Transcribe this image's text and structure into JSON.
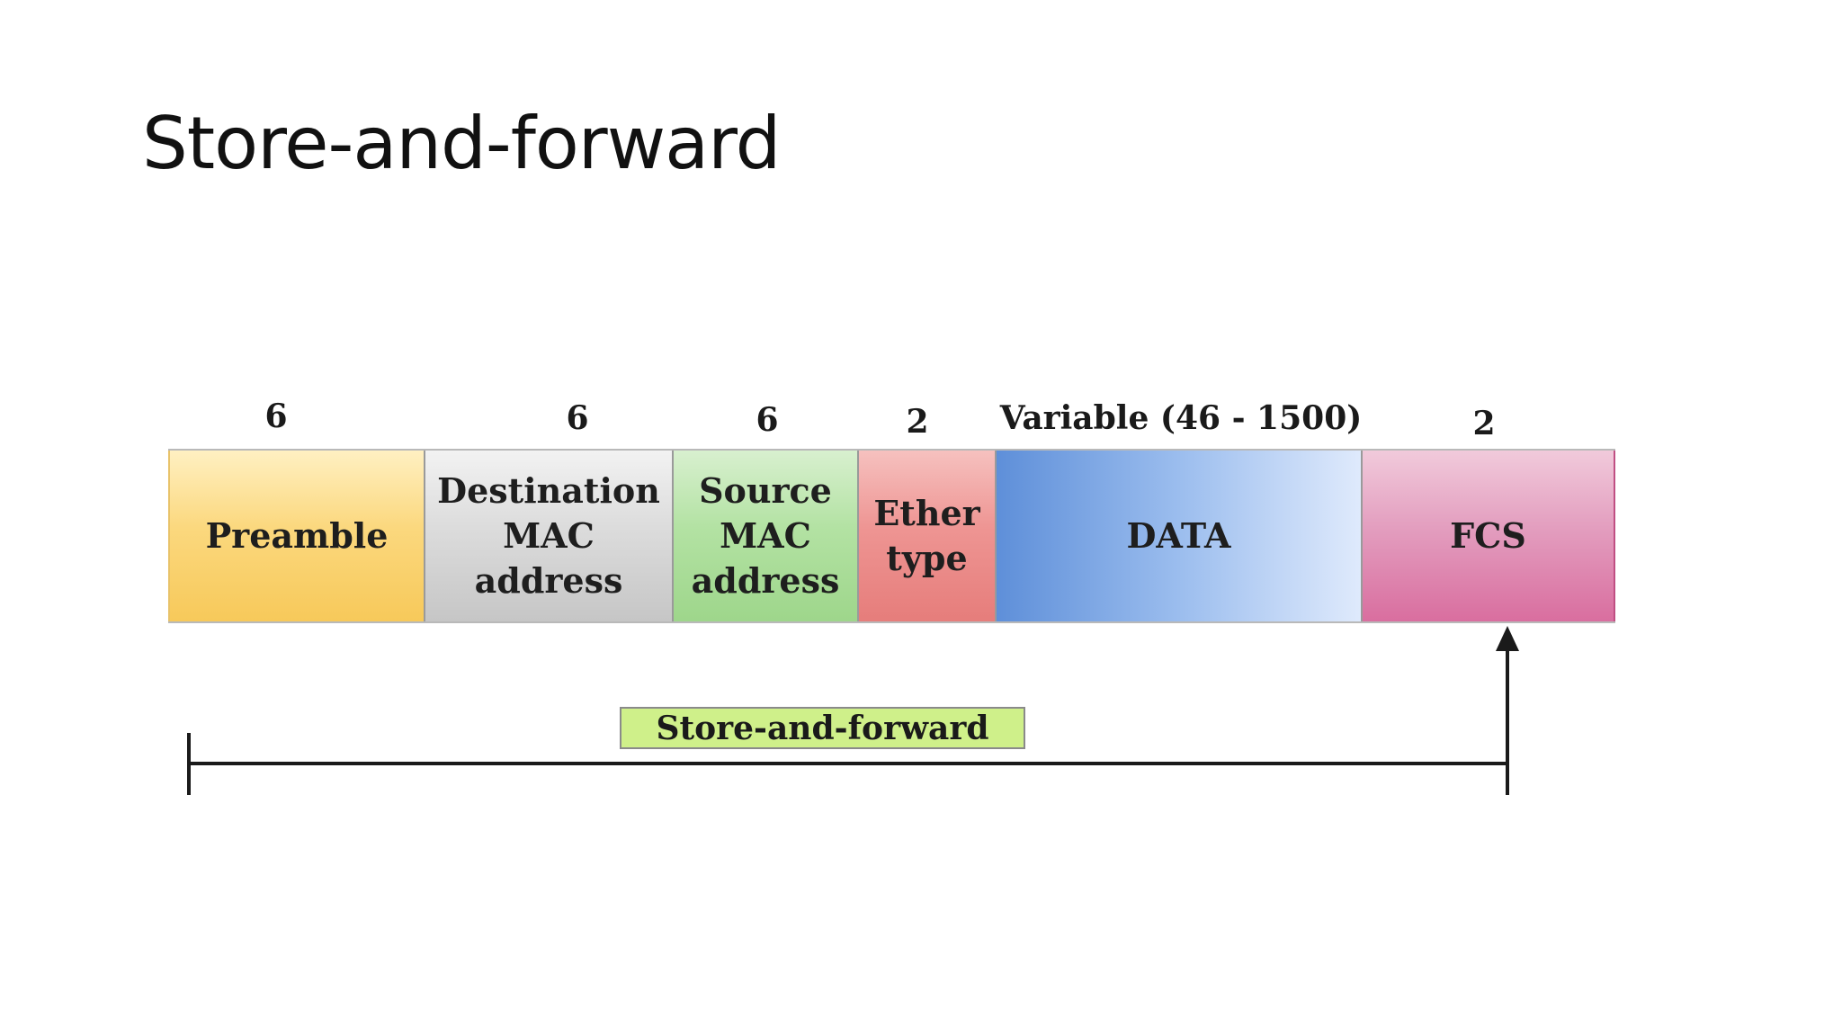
{
  "slide": {
    "title": "Store-and-forward"
  },
  "frame": {
    "fields": [
      {
        "name": "Preamble",
        "size": "6",
        "color": "#fbd87e"
      },
      {
        "name": "Destination\nMAC address",
        "size": "6",
        "color": "#dcdcdc"
      },
      {
        "name": "Source\nMAC\naddress",
        "size": "6",
        "color": "#b3e2a3"
      },
      {
        "name": "Ether\ntype",
        "size": "2",
        "color": "#ee9593"
      },
      {
        "name": "DATA",
        "size": "Variable (46 - 1500)",
        "color": "#7ea6e4"
      },
      {
        "name": "FCS",
        "size": "2",
        "color": "#e39ebf"
      }
    ]
  },
  "timeline": {
    "label": "Store-and-forward",
    "label_color": "#cff08a",
    "line_color": "#1a1a1a"
  }
}
